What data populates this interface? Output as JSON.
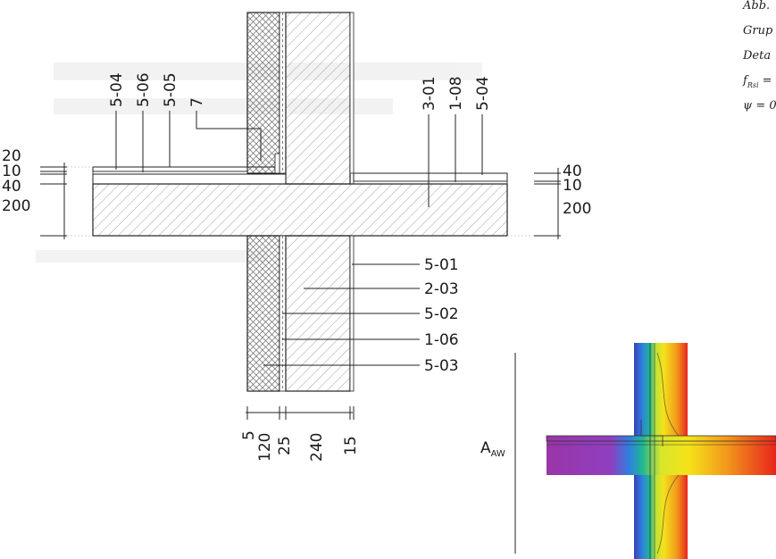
{
  "caption": {
    "line1": "Abb.",
    "line2": "Grup",
    "line3": "Deta",
    "line4_main": "f",
    "line4_sub": "Rsi",
    "line4_tail": " =",
    "line5": "ψ = 0"
  },
  "left_dimensions": [
    "20",
    "10",
    "40",
    "200"
  ],
  "right_dimensions": [
    "40",
    "10",
    "200"
  ],
  "top_left_labels": [
    "5-04",
    "5-06",
    "5-05",
    "7"
  ],
  "top_right_labels": [
    "3-01",
    "1-08",
    "5-04"
  ],
  "side_labels": [
    "5-01",
    "2-03",
    "5-02",
    "1-06",
    "5-03"
  ],
  "bottom_dimensions": [
    "5",
    "120",
    "25",
    "240",
    "15"
  ],
  "thermal": {
    "label_main": "A",
    "label_sub": "AW",
    "colors": {
      "cold": "#9a35a8",
      "cool": "#2f7fe0",
      "mid": "#1fb98f",
      "warm": "#f5e21a",
      "hot": "#e8241c"
    }
  }
}
